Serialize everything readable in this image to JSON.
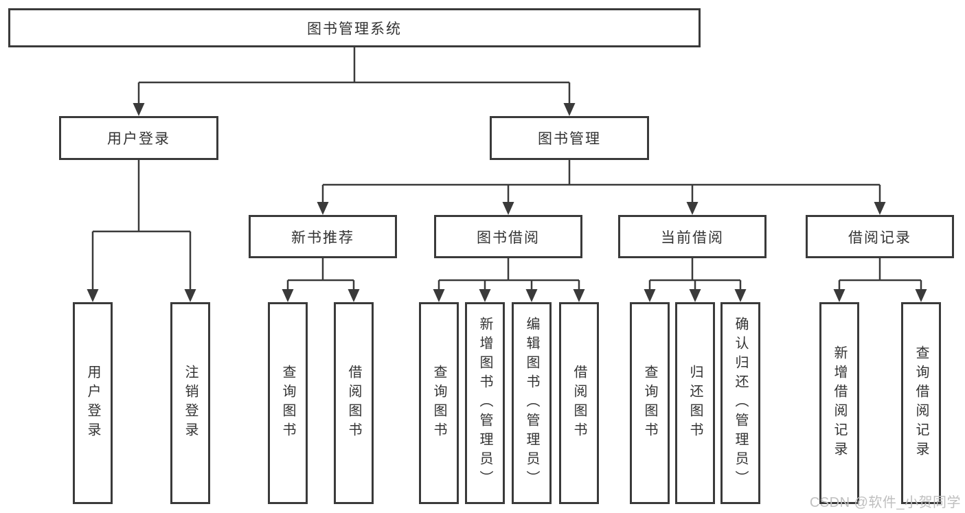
{
  "colors": {
    "line": "#3a3a3a",
    "box_background": "#ffffff",
    "label_text": "#333333",
    "watermark_text": "#bfbfbf"
  },
  "tree": {
    "root": {
      "label": "图书管理系统"
    },
    "login": {
      "label": "用户登录",
      "children": [
        {
          "label": "用户登录"
        },
        {
          "label": "注销登录"
        }
      ]
    },
    "management": {
      "label": "图书管理",
      "sections": [
        {
          "label": "新书推荐",
          "children": [
            {
              "label": "查询图书"
            },
            {
              "label": "借阅图书"
            }
          ]
        },
        {
          "label": "图书借阅",
          "children": [
            {
              "label": "查询图书"
            },
            {
              "label": "新增图书（管理员）"
            },
            {
              "label": "编辑图书（管理员）"
            },
            {
              "label": "借阅图书"
            }
          ]
        },
        {
          "label": "当前借阅",
          "children": [
            {
              "label": "查询图书"
            },
            {
              "label": "归还图书"
            },
            {
              "label": "确认归还（管理员）"
            }
          ]
        },
        {
          "label": "借阅记录",
          "children": [
            {
              "label": "新增借阅记录"
            },
            {
              "label": "查询借阅记录"
            }
          ]
        }
      ]
    }
  },
  "watermark": {
    "text": "CSDN @软件_小贺同学"
  }
}
